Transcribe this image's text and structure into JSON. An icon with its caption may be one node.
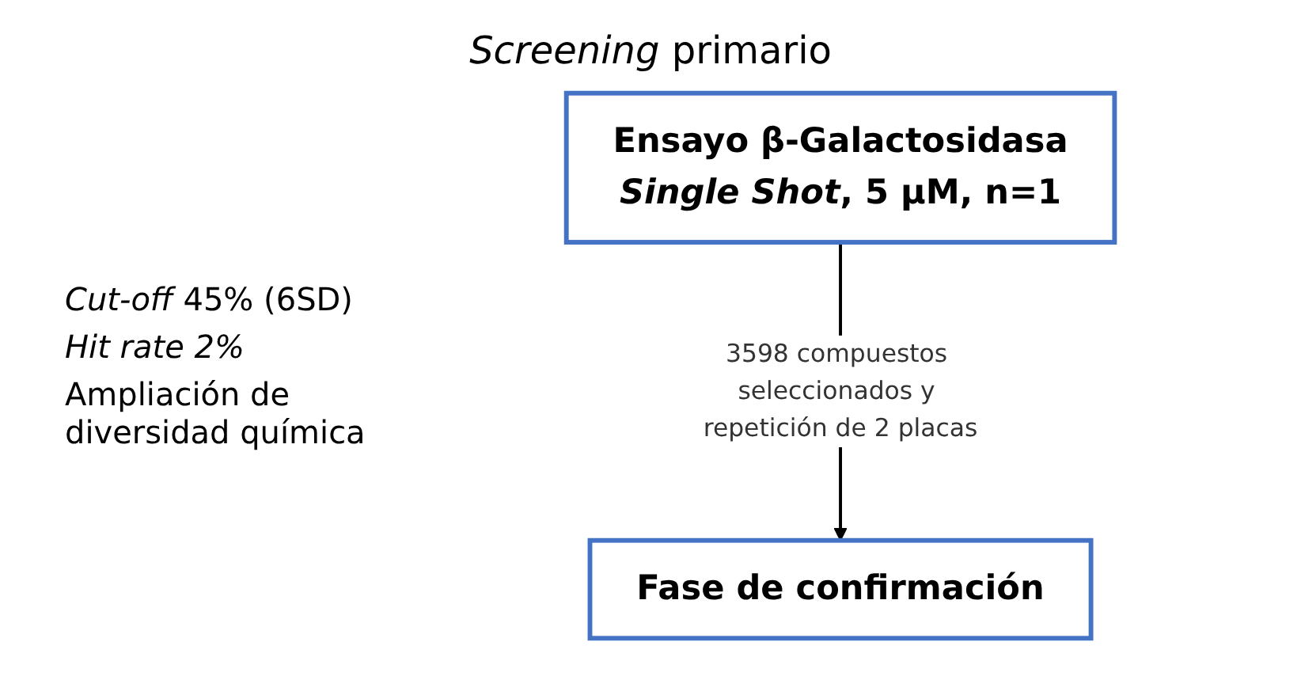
{
  "diagram": {
    "title": "*Screening* primario",
    "nodes": [
      {
        "text": [
          "Ensayo β-Galactosidasa",
          "*Single Shot*, 5 µM, n=1"
        ]
      },
      {
        "text": [
          "Fase de confirmación"
        ]
      }
    ],
    "edges": [
      {
        "from": 0,
        "to": 1,
        "arrow": "to",
        "label": "3598 compuestos seleccionados y repetición de 2 placas"
      }
    ],
    "labels": [
      "*Cut-off* 45% (6SD)",
      "*Hit rate 2%*",
      "Ampliación de diversidad química"
    ]
  }
}
